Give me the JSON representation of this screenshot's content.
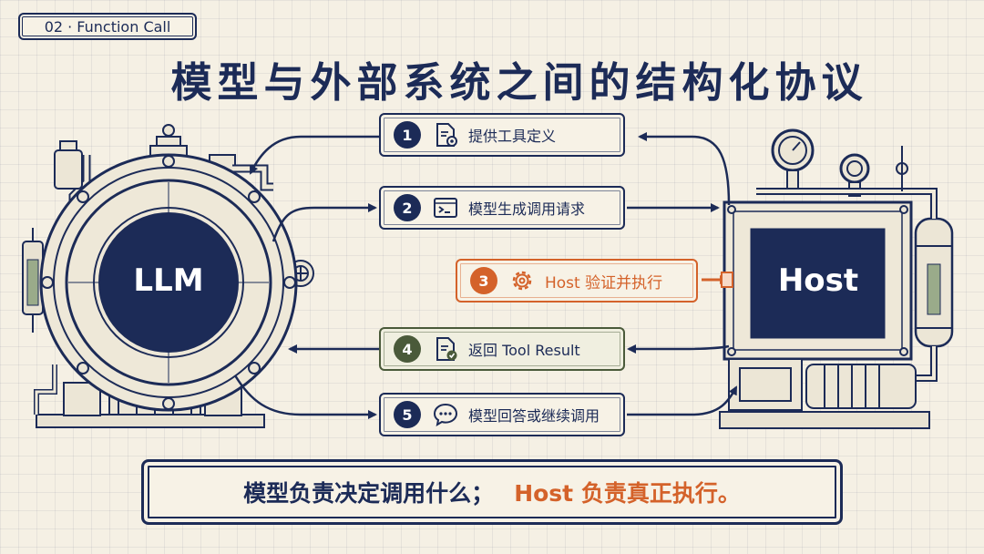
{
  "tag": "02 · Function Call",
  "title": "模型与外部系统之间的结构化协议",
  "nodes": {
    "left": "LLM",
    "right": "Host"
  },
  "steps": [
    {
      "num": "1",
      "label": "提供工具定义",
      "icon": "document-gear-icon",
      "direction": "to-llm"
    },
    {
      "num": "2",
      "label": "模型生成调用请求",
      "icon": "terminal-icon",
      "direction": "to-host"
    },
    {
      "num": "3",
      "label": "Host 验证并执行",
      "icon": "gear-icon",
      "direction": "at-host"
    },
    {
      "num": "4",
      "label": "返回 Tool Result",
      "icon": "document-check-icon",
      "direction": "to-llm"
    },
    {
      "num": "5",
      "label": "模型回答或继续调用",
      "icon": "chat-bubble-icon",
      "direction": "to-host"
    }
  ],
  "summary": {
    "part1": "模型负责决定调用什么；",
    "part2": "Host 负责真正执行。"
  },
  "colors": {
    "navy": "#1c2b57",
    "orange": "#d4622a",
    "green": "#4a5a3a",
    "background": "#f5f0e4"
  }
}
